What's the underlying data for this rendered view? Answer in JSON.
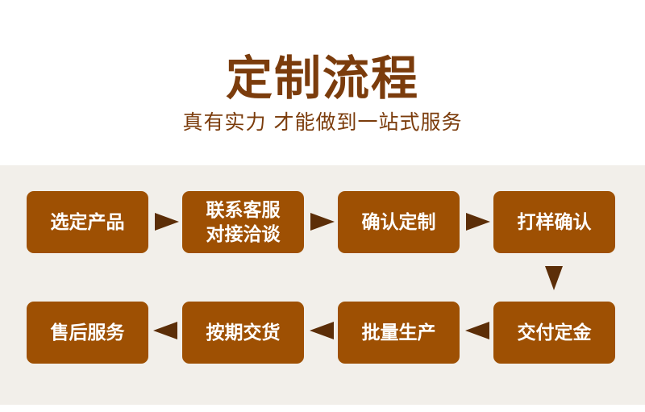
{
  "header": {
    "title": "定制流程",
    "subtitle": "真有实力 才能做到一站式服务"
  },
  "steps": [
    {
      "label": "选定产品"
    },
    {
      "label": "联系客服\n对接洽谈"
    },
    {
      "label": "确认定制"
    },
    {
      "label": "打样确认"
    },
    {
      "label": "交付定金"
    },
    {
      "label": "批量生产"
    },
    {
      "label": "按期交货"
    },
    {
      "label": "售后服务"
    }
  ]
}
